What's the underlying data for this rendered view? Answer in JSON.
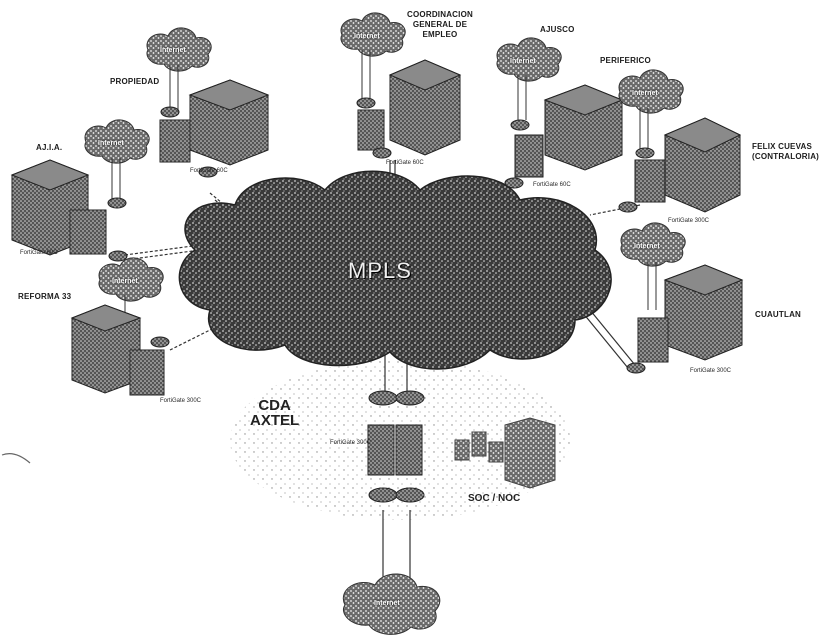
{
  "core": {
    "label": "MPLS"
  },
  "datacenter": {
    "line1": "CDA",
    "line2": "AXTEL",
    "soc_label": "SOC / NOC",
    "fw_model": "FortiGate 300C"
  },
  "internet_label": "Internet",
  "sites": [
    {
      "id": "propiedad",
      "name": "PROPIEDAD",
      "fw_label": "FortiGate 60C"
    },
    {
      "id": "coordinacion",
      "name": "COORDINACION GENERAL DE EMPLEO",
      "fw_label": "FortiGate 60C"
    },
    {
      "id": "ajusco",
      "name": "AJUSCO",
      "fw_label": "FortiGate 60C"
    },
    {
      "id": "periferico",
      "name": "PERIFERICO",
      "fw_label": ""
    },
    {
      "id": "felix",
      "name": "FELIX CUEVAS (CONTRALORIA)",
      "fw_label": "FortiGate 300C"
    },
    {
      "id": "ajia",
      "name": "AJ.I.A.",
      "fw_label": "FortiGate 60C"
    },
    {
      "id": "reforma",
      "name": "REFORMA 33",
      "fw_label": "FortiGate 300C"
    },
    {
      "id": "cuautla",
      "name": "CUAUTLAN",
      "fw_label": "FortiGate 300C"
    }
  ]
}
